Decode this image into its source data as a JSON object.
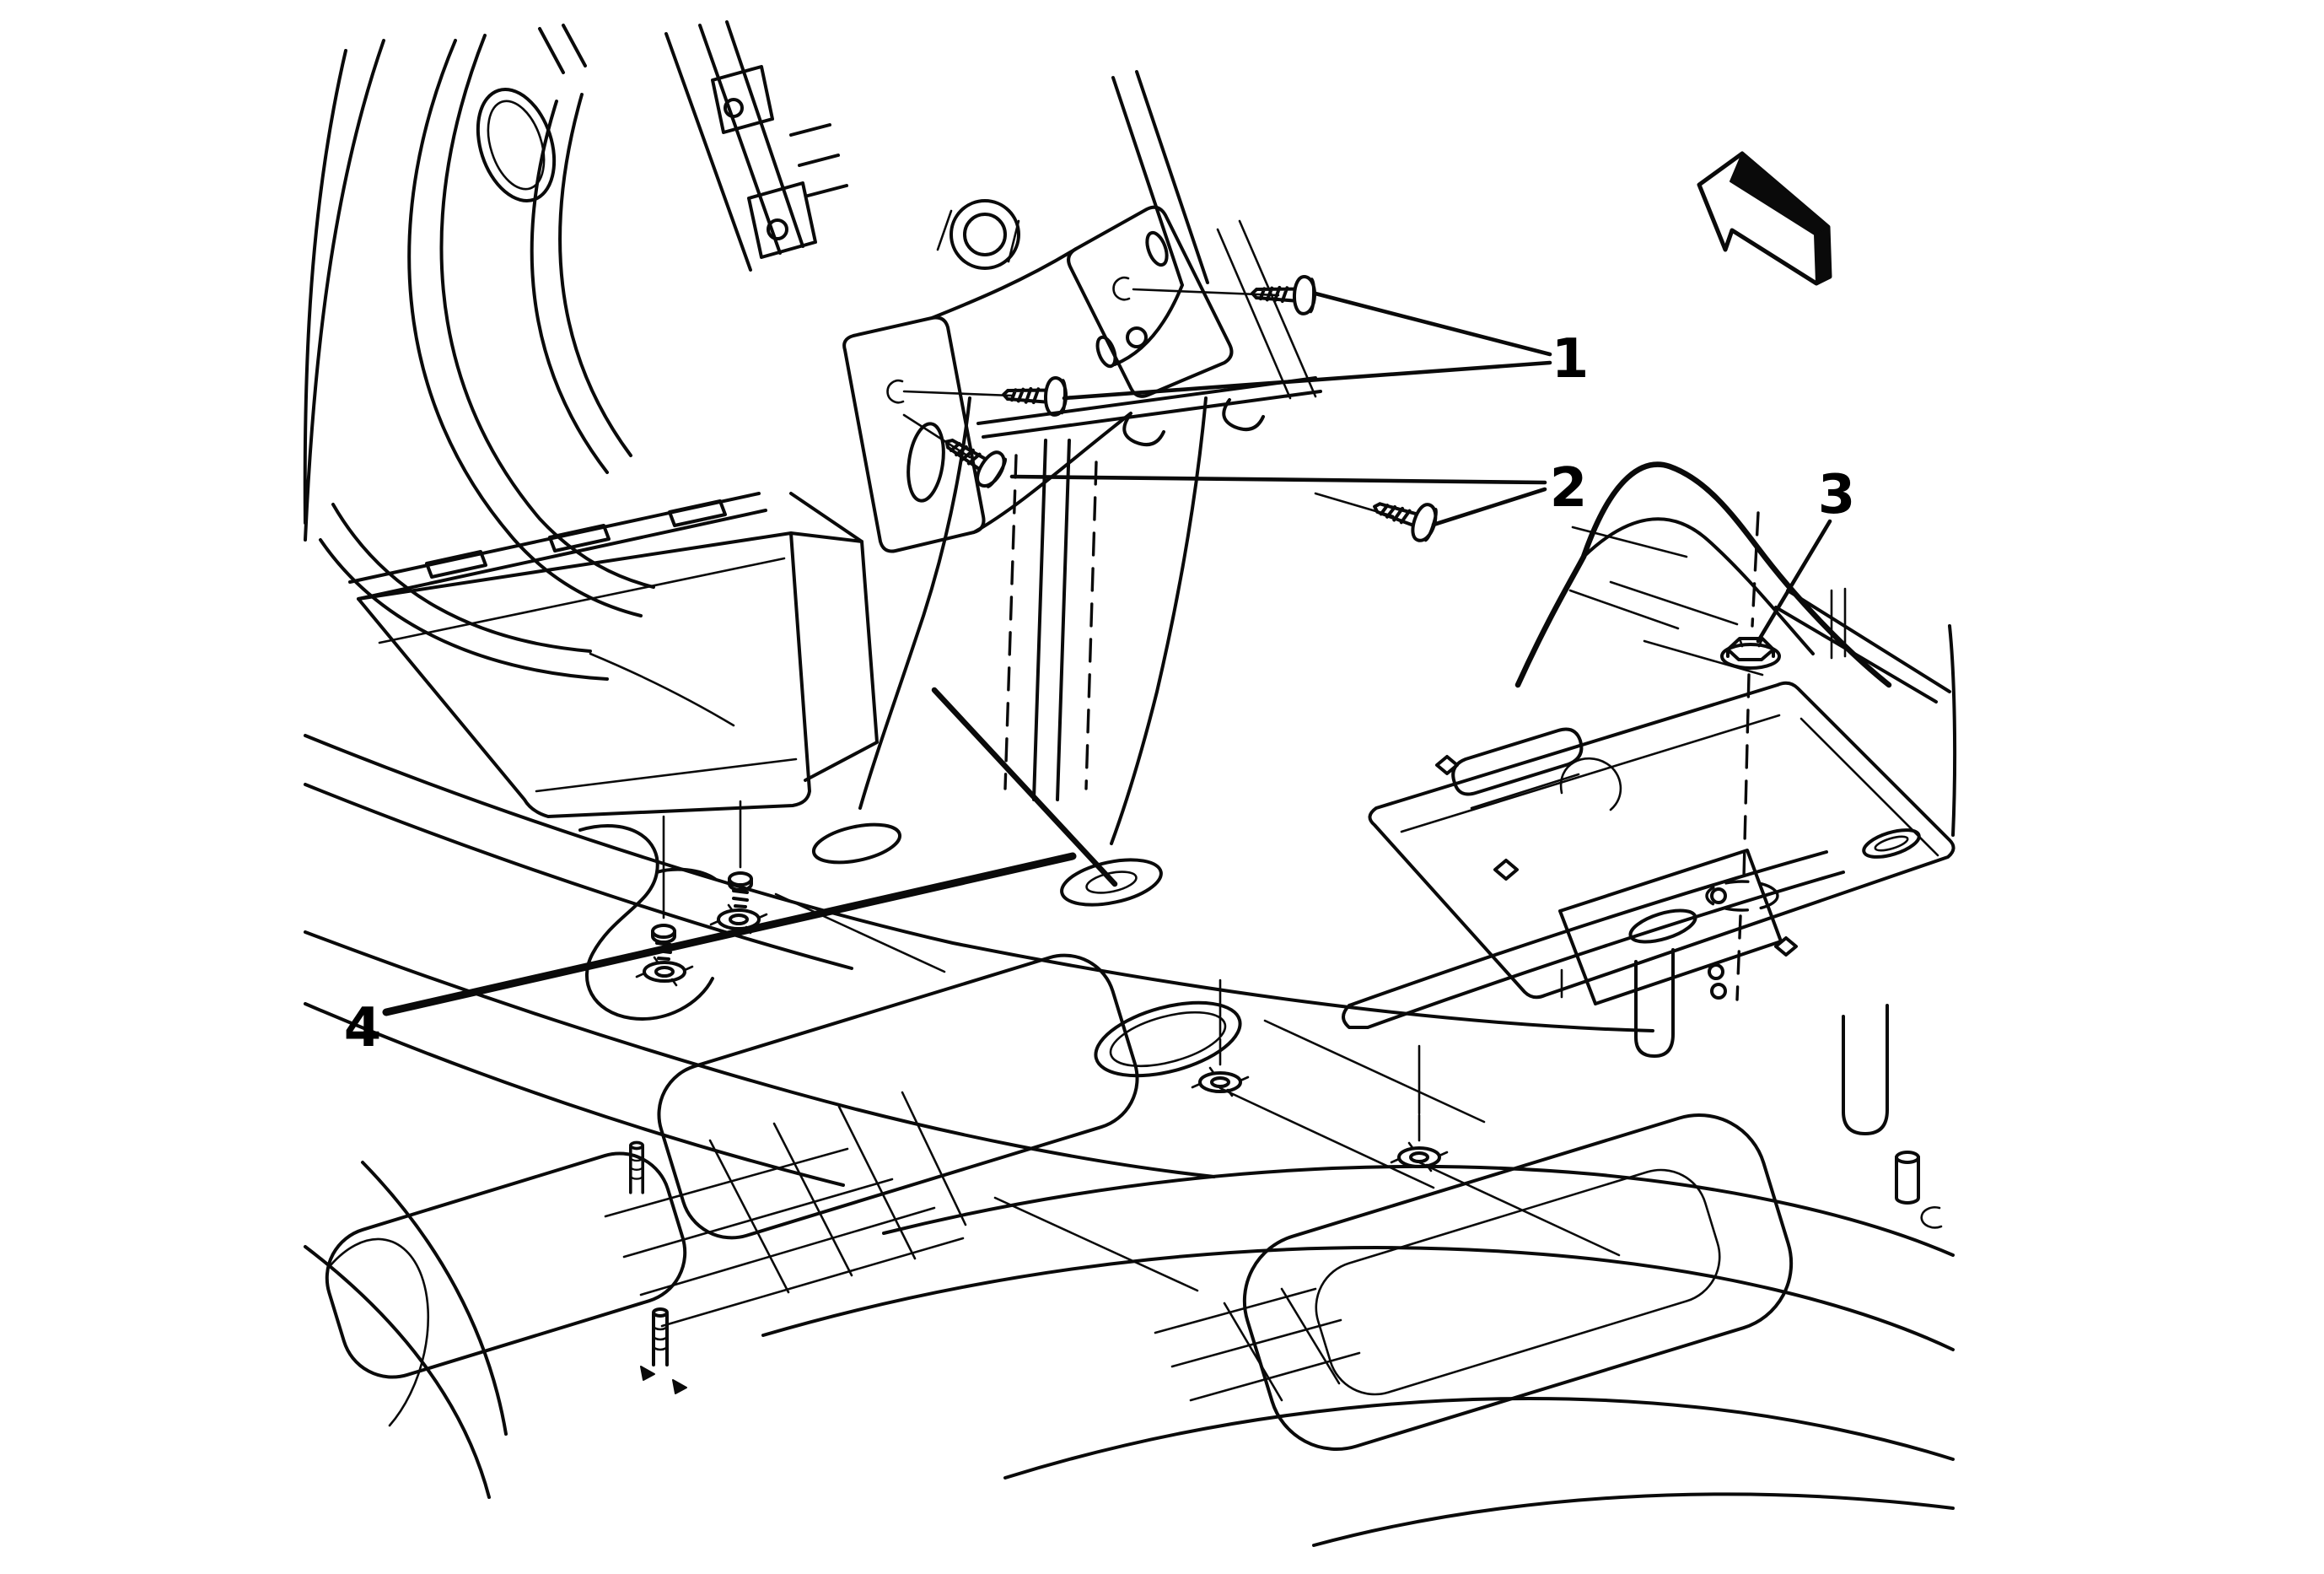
{
  "diagram": {
    "type": "vehicle-service-illustration",
    "background_color": "#ffffff",
    "ink_color": "#0a0a0a",
    "callouts": [
      {
        "label": "1",
        "target": "upper-bracket-screws"
      },
      {
        "label": "2",
        "target": "lower-bracket-screws"
      },
      {
        "label": "3",
        "target": "stud-nut"
      },
      {
        "label": "4",
        "target": "floor-bracket"
      }
    ],
    "icons": {
      "direction_arrow": "front-direction-arrow",
      "fasteners": [
        "screw-icon",
        "screw-icon",
        "screw-icon",
        "screw-icon",
        "hex-nut-icon"
      ]
    }
  }
}
